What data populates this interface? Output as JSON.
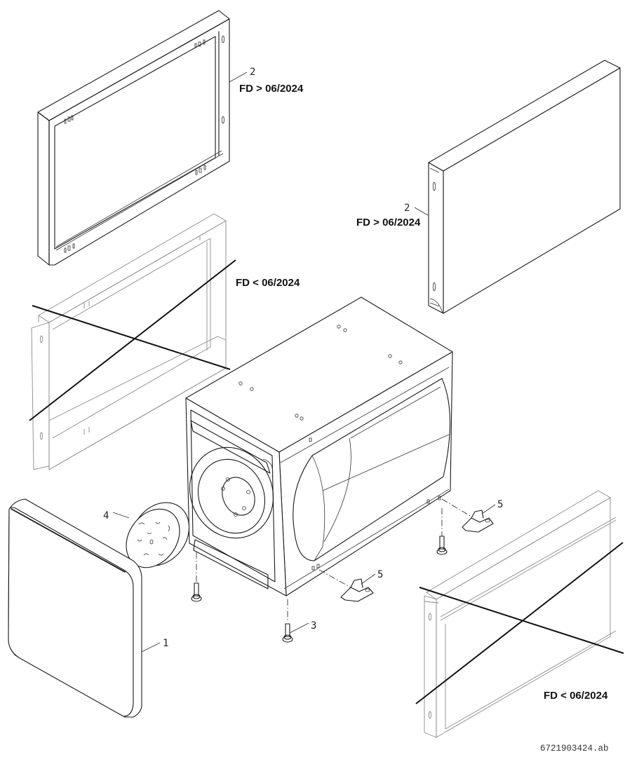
{
  "drawing": {
    "type": "exploded-parts-diagram",
    "document_code": "6721903424.ab",
    "part_callouts": [
      {
        "number": "1",
        "part": "front-cover-panel"
      },
      {
        "number": "2",
        "part": "frame (top)",
        "note": "FD > 06/2024"
      },
      {
        "number": "2",
        "part": "side-panel (right)",
        "note": "FD > 06/2024"
      },
      {
        "number": "3",
        "part": "leveling-foot-screw"
      },
      {
        "number": "4",
        "part": "filter-disc"
      },
      {
        "number": "5",
        "part": "mounting-bracket (rear)"
      },
      {
        "number": "5",
        "part": "mounting-bracket (front)"
      }
    ],
    "labels": {
      "callout_1": "1",
      "callout_2_frame": "2",
      "callout_2_panel": "2",
      "callout_3": "3",
      "callout_4": "4",
      "callout_5_rear": "5",
      "callout_5_front": "5",
      "fd_new_frame": "FD > 06/2024",
      "fd_new_panel": "FD > 06/2024",
      "fd_old_frame": "FD < 06/2024",
      "fd_old_panel": "FD < 06/2024"
    },
    "obsolete_parts_crossed_out": [
      "old-frame (FD < 06/2024)",
      "old-side-panel (FD < 06/2024)"
    ]
  }
}
